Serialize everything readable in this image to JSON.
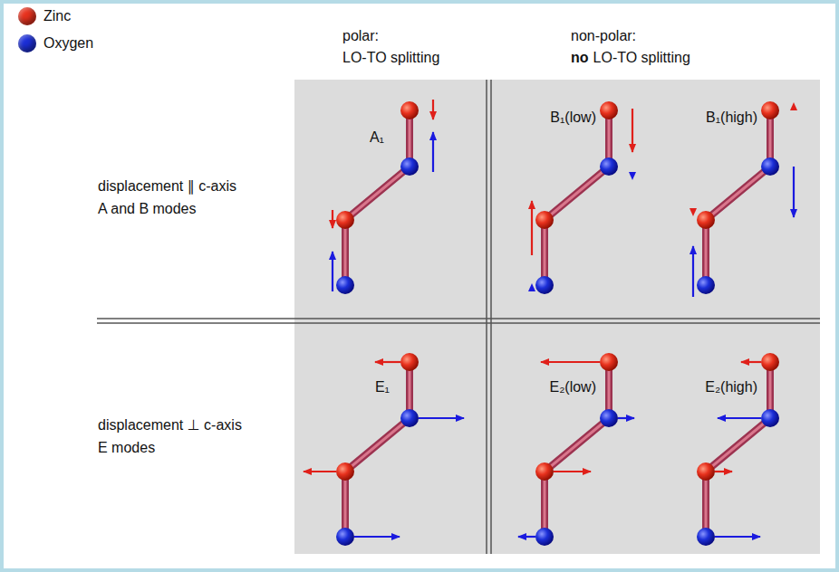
{
  "diagram": {
    "labels": [
      "polar:",
      "LO-TO splitting",
      "non-polar:",
      "no",
      "LO-TO splitting",
      "displacement ∥ c-axis",
      "A and B modes",
      "displacement ⊥ c-axis",
      "E modes",
      "A₁",
      "B₁(low)",
      "B₁(high)",
      "E₁",
      "E₂(low)",
      "E₂(high)"
    ],
    "legend": [
      {
        "text": "Zinc",
        "color": "#e8321e"
      },
      {
        "text": "Oxygen",
        "color": "#1c2fd8"
      }
    ]
  }
}
